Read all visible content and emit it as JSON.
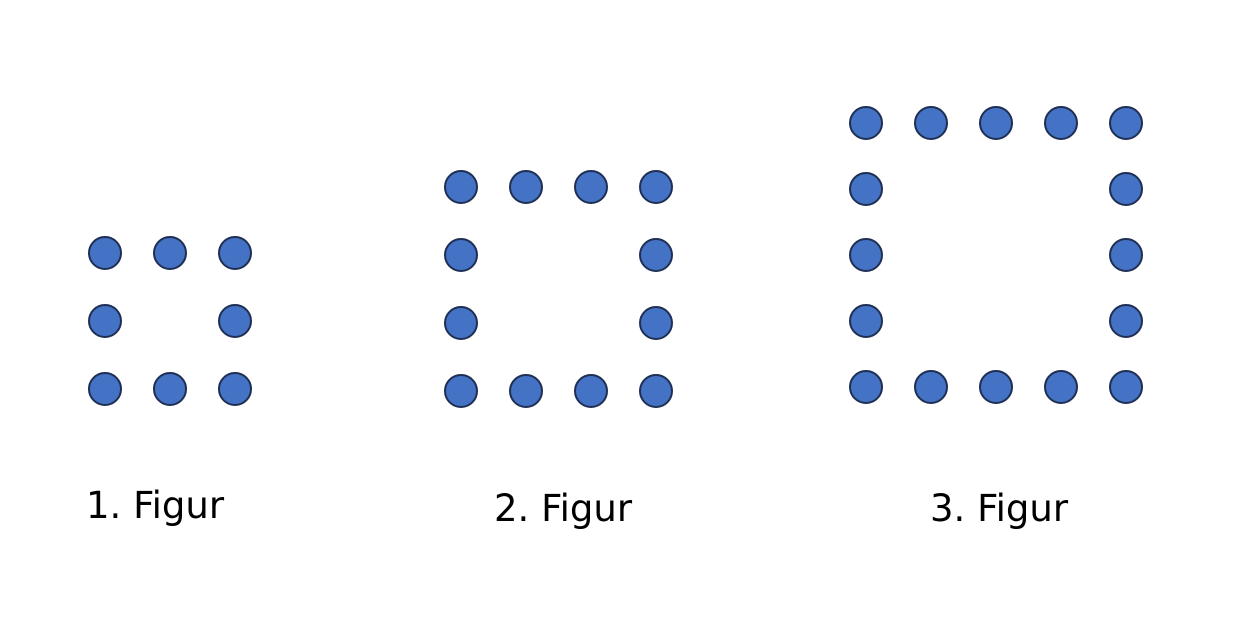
{
  "colors": {
    "dot_fill": "#4472c4",
    "dot_stroke": "#1f2f54"
  },
  "figures": [
    {
      "label": "1. Figur",
      "grid_size": 3,
      "dot_count": 8
    },
    {
      "label": "2. Figur",
      "grid_size": 4,
      "dot_count": 12
    },
    {
      "label": "3. Figur",
      "grid_size": 5,
      "dot_count": 16
    }
  ]
}
